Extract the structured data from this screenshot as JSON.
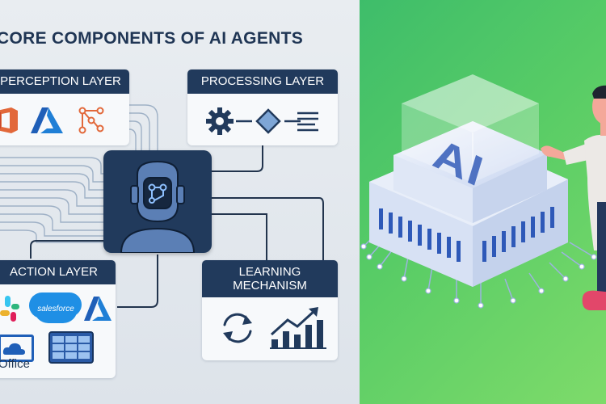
{
  "title": "CORE COMPONENTS OF AI AGENTS",
  "perception": {
    "label": "PERCEPTION LAYER"
  },
  "processing": {
    "label": "PROCESSING LAYER"
  },
  "action": {
    "label": "ACTION LAYER",
    "salesforce_text": "salesforce",
    "office_text": "Office"
  },
  "learning": {
    "label_line1": "LEARNING",
    "label_line2": "MECHANISM"
  },
  "chip": {
    "text": "AI"
  },
  "icons": [
    "office-icon",
    "azure-icon",
    "flow-icon",
    "gear-icon",
    "diamond-icon",
    "list-icon",
    "slack-icon",
    "salesforce-icon",
    "table-icon",
    "refresh-icon",
    "growth-chart-icon",
    "robot-icon"
  ],
  "colors": {
    "navy": "#213a5c",
    "accent_orange": "#e2683a",
    "azure_blue": "#1f7fd6",
    "green_bg": "#58cc66"
  }
}
